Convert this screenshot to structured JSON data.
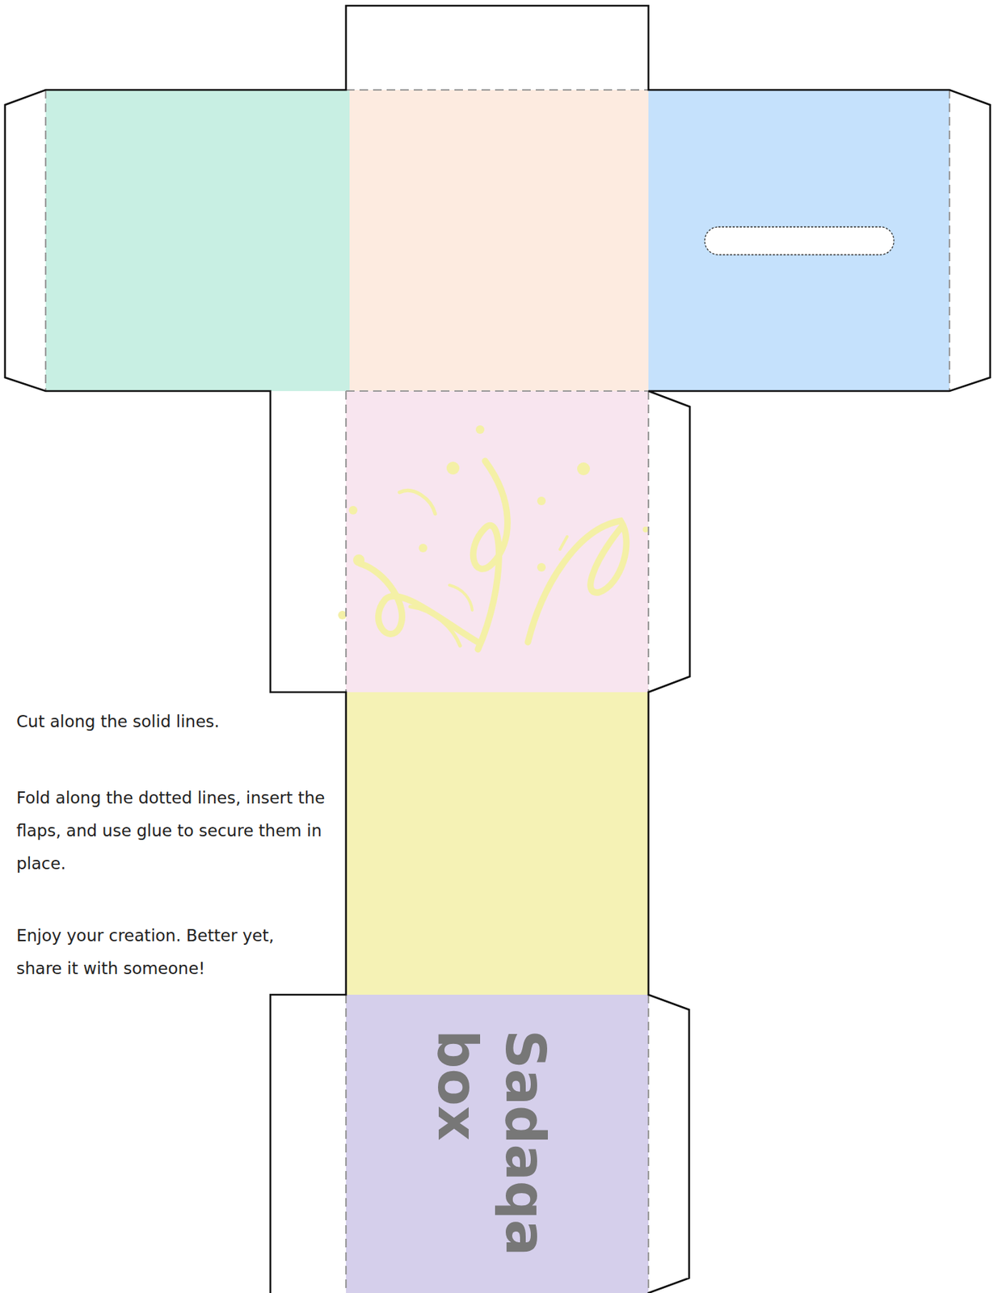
{
  "diagram": {
    "nodes": [
      {
        "text": [
          "Sadaqa box"
        ]
      }
    ],
    "labels": [
      "Cut along the solid lines.",
      "Fold along the dotted lines, insert the flaps, and use glue to secure them in place.",
      "Enjoy your creation. Better yet, share it with someone!"
    ]
  }
}
